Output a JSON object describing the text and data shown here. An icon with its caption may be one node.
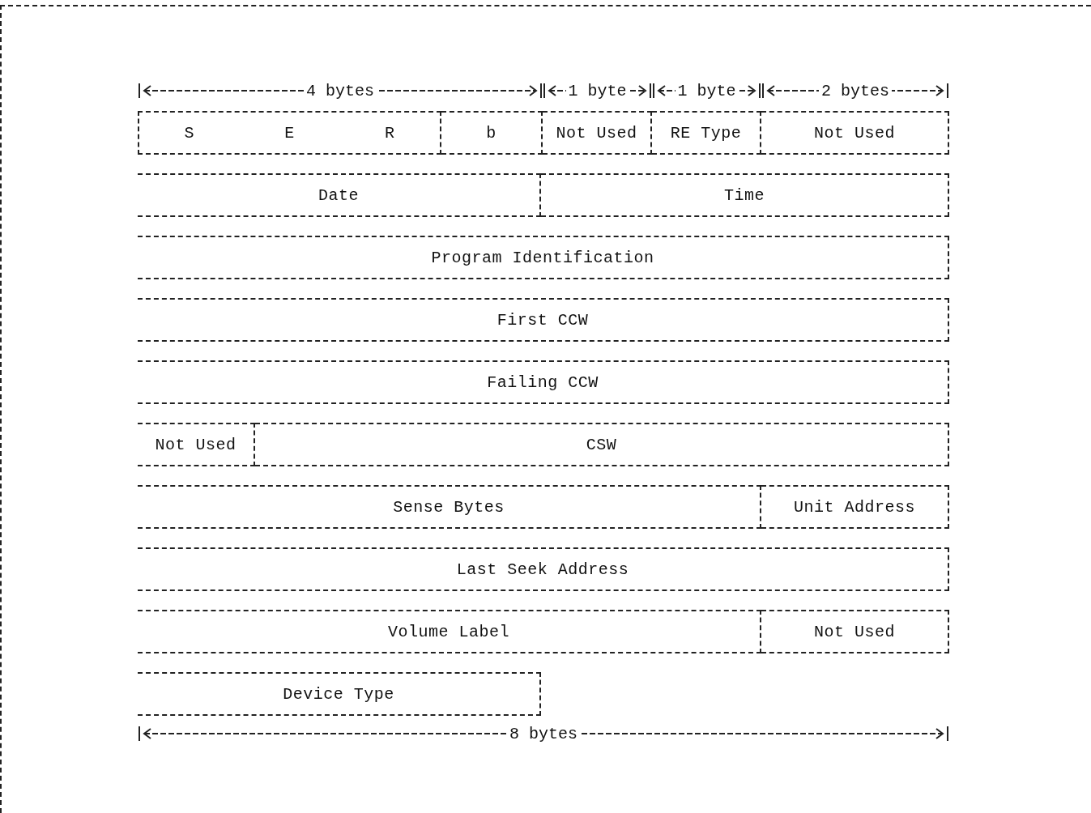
{
  "diagram": {
    "nodes": [
      {
        "text": [
          "S",
          "E",
          "R"
        ]
      },
      {
        "text": [
          "b"
        ]
      },
      {
        "text": [
          "Not Used"
        ]
      },
      {
        "text": [
          "RE Type"
        ]
      },
      {
        "text": [
          "Not Used"
        ]
      },
      {
        "text": [
          "Date"
        ]
      },
      {
        "text": [
          "Time"
        ]
      },
      {
        "text": [
          "Program Identification"
        ]
      },
      {
        "text": [
          "First CCW"
        ]
      },
      {
        "text": [
          "Failing CCW"
        ]
      },
      {
        "text": [
          "Not Used"
        ]
      },
      {
        "text": [
          "CSW"
        ]
      },
      {
        "text": [
          "Sense Bytes"
        ]
      },
      {
        "text": [
          "Unit Address"
        ]
      },
      {
        "text": [
          "Last Seek Address"
        ]
      },
      {
        "text": [
          "Volume Label"
        ]
      },
      {
        "text": [
          "Not Used"
        ]
      },
      {
        "text": [
          "Device Type"
        ]
      }
    ],
    "labels": [
      "4 bytes",
      "1 byte",
      "1 byte",
      "2 bytes",
      "8 bytes"
    ]
  }
}
